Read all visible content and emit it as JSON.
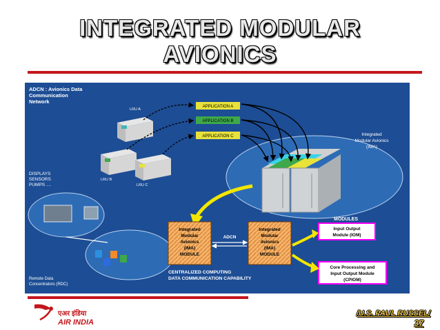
{
  "slide": {
    "title_line1": "INTEGRATED MODULAR",
    "title_line2": "AVIONICS",
    "credit": "/U.S. PAUL RUSSEL/",
    "page_number": "37"
  },
  "diagram": {
    "adcn_label": [
      "ADCN : Avionics Data",
      "Communication",
      "Network"
    ],
    "applications": [
      "APPLICATION A",
      "APPLICATION B",
      "APPLICATION C"
    ],
    "lru_labels": [
      "LRU A",
      "LRU B",
      "LRU C"
    ],
    "ima_label": [
      "Integrated",
      "Modular Avionics",
      "(IMA)"
    ],
    "displays_label": [
      "DISPLAYS",
      "SENSORS",
      "PUMPS ...."
    ],
    "rdc_label": [
      "Remote Data",
      "Concentrators (RDC)"
    ],
    "modules_heading": "MODULES",
    "module_box_lines": [
      "Integrated",
      "Modular",
      "Avionics",
      "(IMA)",
      "MODULE"
    ],
    "adcn_link": "ADCN",
    "iom_label": [
      "Input Output",
      "Module (IOM)"
    ],
    "cpiom_label": [
      "Core Processing and",
      "Input Output Module",
      "(CPIOM)"
    ],
    "caption": [
      "CENTRALIZED COMPUTING",
      "DATA COMMUNICATION CAPABILITY"
    ]
  },
  "logo": {
    "hindi_text": "एअर इंडिया",
    "english_text": "AIR INDIA"
  },
  "colors": {
    "panel": "#1d4d94",
    "accent_red": "#c4161c",
    "app_a": "#e8e23a",
    "app_b": "#3ea84a",
    "app_c": "#e8e23a",
    "iom_border": "#ff00ff",
    "arrow_yellow": "#f2e600"
  }
}
